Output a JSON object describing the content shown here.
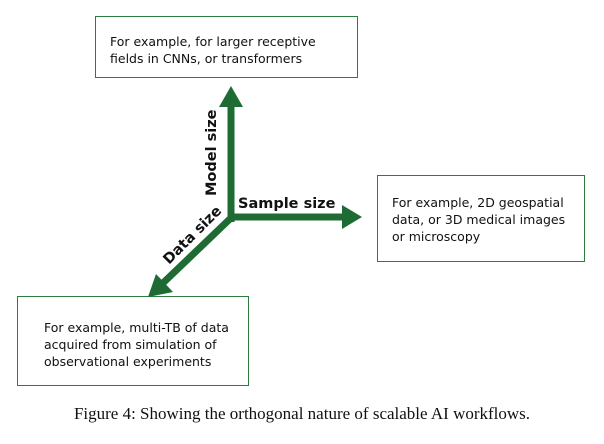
{
  "boxes": {
    "model": "For example, for larger receptive fields in CNNs, or transformers",
    "sample": "For example, 2D geospatial data, or 3D medical images or microscopy",
    "data": "For example, multi-TB of data acquired from simulation of observational experiments"
  },
  "axes": {
    "model": "Model size",
    "sample": "Sample size",
    "data": "Data size"
  },
  "caption": "Figure 4: Showing the orthogonal nature of scalable AI workflows.",
  "colors": {
    "arrow": "#1e6b34",
    "box_border": "#2e7d3e"
  }
}
